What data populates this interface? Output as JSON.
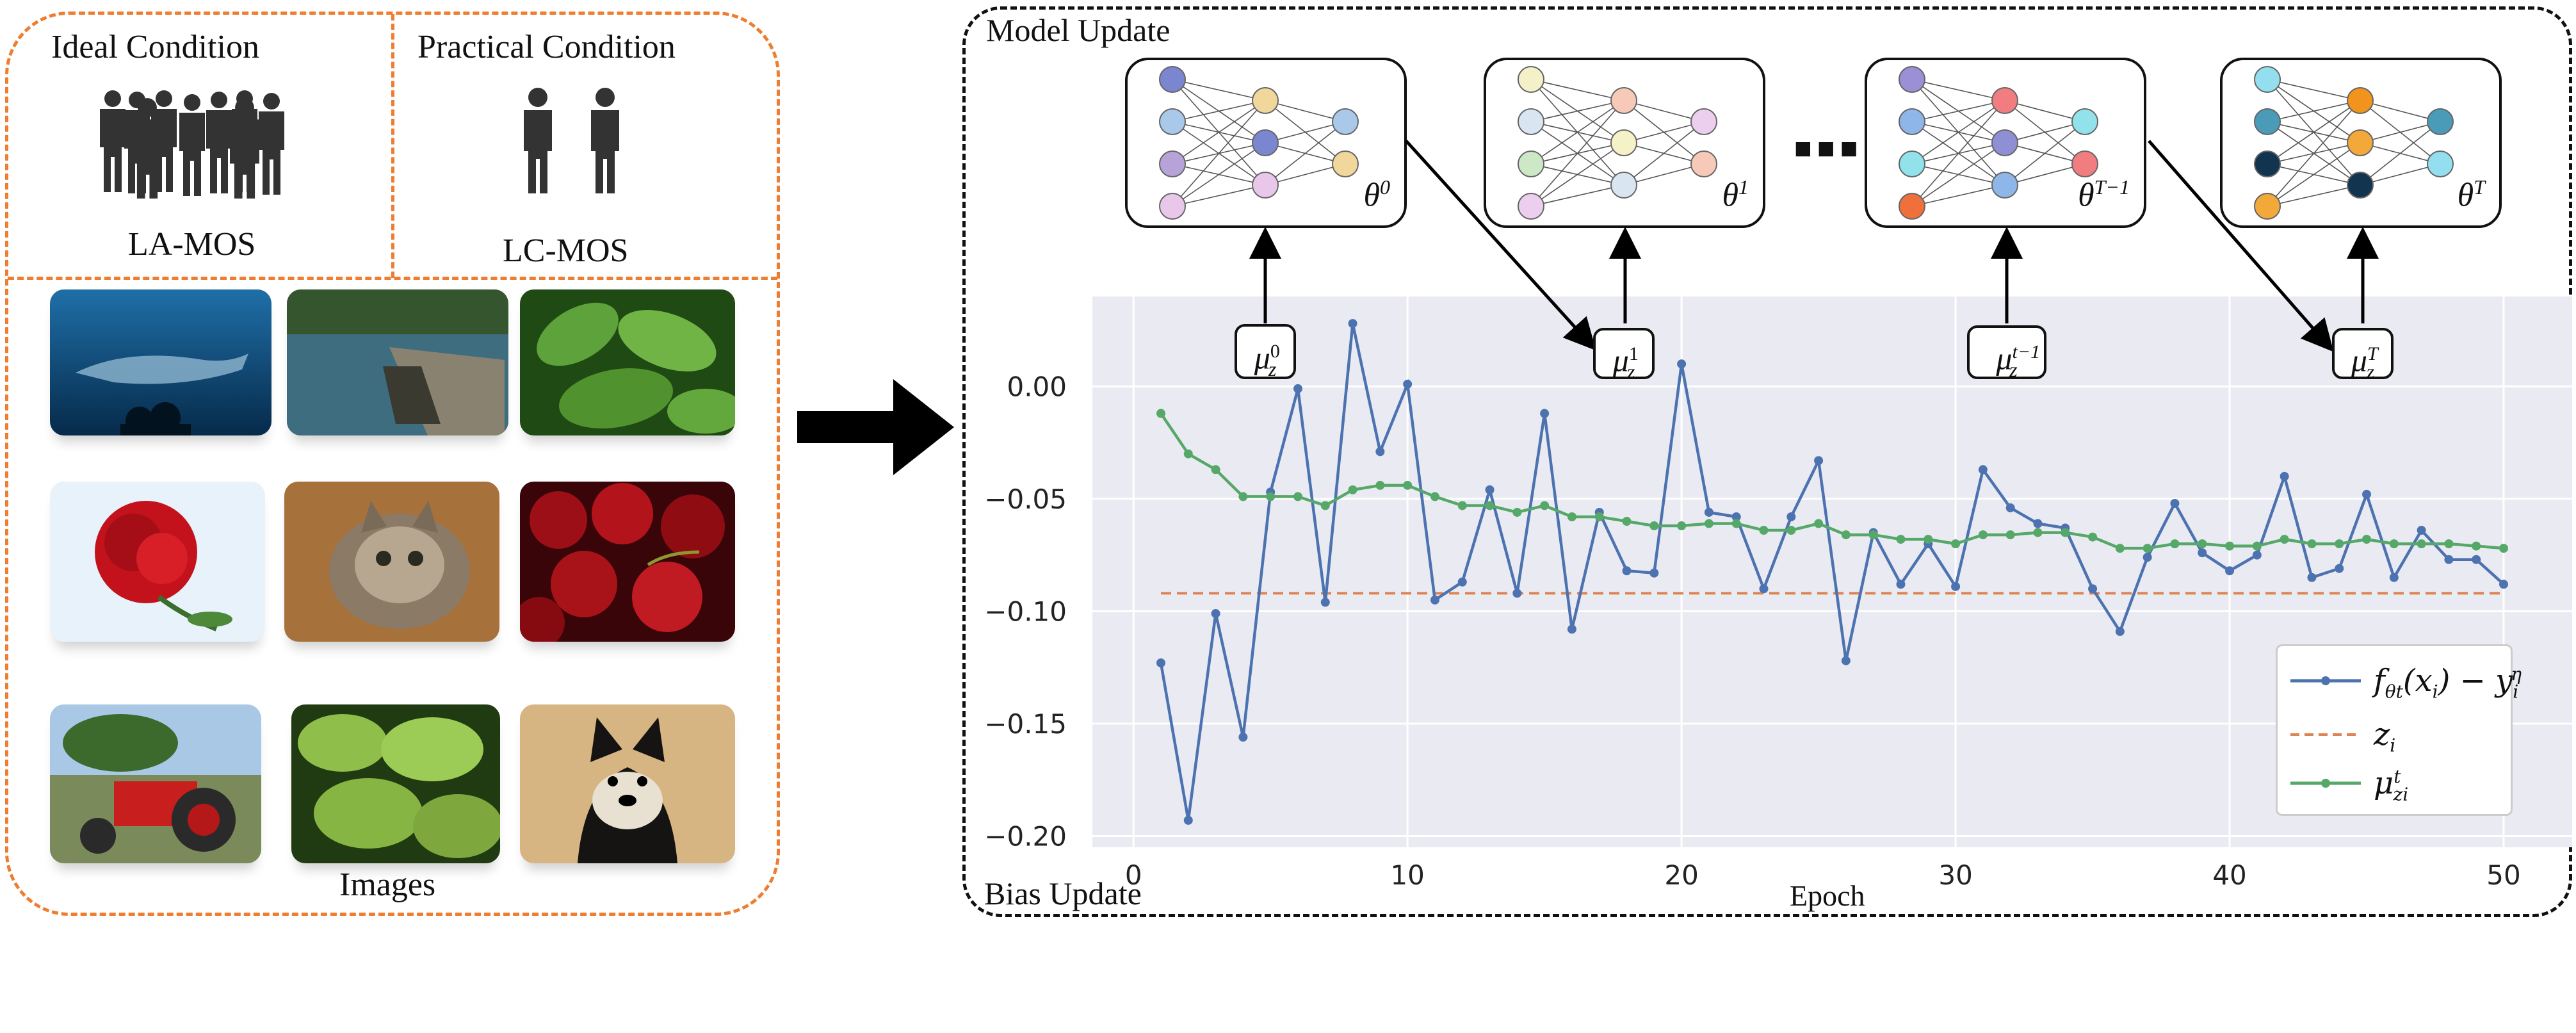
{
  "left_panel": {
    "ideal_title": "Ideal Condition",
    "practical_title": "Practical Condition",
    "la_mos": "LA-MOS",
    "lc_mos": "LC-MOS",
    "images_label": "Images"
  },
  "right_panel": {
    "model_update": "Model Update",
    "bias_update": "Bias Update",
    "ellipsis": "▪▪▪",
    "networks": [
      {
        "theta": "θ",
        "sup": "0"
      },
      {
        "theta": "θ",
        "sup": "1"
      },
      {
        "theta": "θ",
        "sup": "T−1"
      },
      {
        "theta": "θ",
        "sup": "T"
      }
    ],
    "mu_boxes": [
      {
        "base": "μ",
        "sub": "z",
        "sup": "0"
      },
      {
        "base": "μ",
        "sub": "z",
        "sup": "1"
      },
      {
        "base": "μ",
        "sub": "z",
        "sup": "t−1"
      },
      {
        "base": "μ",
        "sub": "z",
        "sup": "T"
      }
    ]
  },
  "colors": {
    "orange_dash": "#ee7d2f",
    "series_blue": "#4c72b0",
    "series_green": "#55a868",
    "dashed_orange": "#dd8452",
    "plot_bg": "#eaeaf2"
  },
  "chart_data": {
    "type": "line",
    "xlabel": "Epoch",
    "ylabel": "",
    "xlim": [
      -1.5,
      52.5
    ],
    "ylim": [
      -0.205,
      0.04
    ],
    "xticks": [
      0,
      10,
      20,
      30,
      40,
      50
    ],
    "yticks": [
      0.0,
      -0.05,
      -0.1,
      -0.15,
      -0.2
    ],
    "ytick_labels": [
      "0.00",
      "−0.05",
      "−0.10",
      "−0.15",
      "−0.20"
    ],
    "grid": true,
    "legend_position": "lower-right",
    "x": [
      1,
      2,
      3,
      4,
      5,
      6,
      7,
      8,
      9,
      10,
      11,
      12,
      13,
      14,
      15,
      16,
      17,
      18,
      19,
      20,
      21,
      22,
      23,
      24,
      25,
      26,
      27,
      28,
      29,
      30,
      31,
      32,
      33,
      34,
      35,
      36,
      37,
      38,
      39,
      40,
      41,
      42,
      43,
      44,
      45,
      46,
      47,
      48,
      49,
      50
    ],
    "series": [
      {
        "name": "fθt(xi) − yiη",
        "legend_base": "f",
        "legend_sub": "θt",
        "legend_mid": "(x",
        "legend_mid_sub": "i",
        "legend_tail": ") − y",
        "legend_tail_sub": "i",
        "legend_tail_sup": "η",
        "color": "#4c72b0",
        "values": [
          -0.123,
          -0.193,
          -0.101,
          -0.156,
          -0.047,
          -0.001,
          -0.096,
          0.028,
          -0.029,
          0.001,
          -0.095,
          -0.087,
          -0.046,
          -0.092,
          -0.012,
          -0.108,
          -0.056,
          -0.082,
          -0.083,
          0.01,
          -0.056,
          -0.058,
          -0.09,
          -0.058,
          -0.033,
          -0.122,
          -0.065,
          -0.088,
          -0.07,
          -0.089,
          -0.037,
          -0.054,
          -0.061,
          -0.063,
          -0.09,
          -0.109,
          -0.076,
          -0.052,
          -0.074,
          -0.082,
          -0.075,
          -0.04,
          -0.085,
          -0.081,
          -0.048,
          -0.085,
          -0.064,
          -0.077,
          -0.077,
          -0.088
        ]
      },
      {
        "name": "zi",
        "legend_base": "z",
        "legend_sub": "i",
        "color": "#dd8452",
        "style": "dashed",
        "values": [
          -0.092,
          -0.092,
          -0.092,
          -0.092,
          -0.092,
          -0.092,
          -0.092,
          -0.092,
          -0.092,
          -0.092,
          -0.092,
          -0.092,
          -0.092,
          -0.092,
          -0.092,
          -0.092,
          -0.092,
          -0.092,
          -0.092,
          -0.092,
          -0.092,
          -0.092,
          -0.092,
          -0.092,
          -0.092,
          -0.092,
          -0.092,
          -0.092,
          -0.092,
          -0.092,
          -0.092,
          -0.092,
          -0.092,
          -0.092,
          -0.092,
          -0.092,
          -0.092,
          -0.092,
          -0.092,
          -0.092,
          -0.092,
          -0.092,
          -0.092,
          -0.092,
          -0.092,
          -0.092,
          -0.092,
          -0.092,
          -0.092,
          -0.092
        ]
      },
      {
        "name": "μzit",
        "legend_base": "μ",
        "legend_sub": "zi",
        "legend_sup": "t",
        "color": "#55a868",
        "values": [
          -0.012,
          -0.03,
          -0.037,
          -0.049,
          -0.049,
          -0.049,
          -0.053,
          -0.046,
          -0.044,
          -0.044,
          -0.049,
          -0.053,
          -0.053,
          -0.056,
          -0.053,
          -0.058,
          -0.058,
          -0.06,
          -0.062,
          -0.062,
          -0.061,
          -0.061,
          -0.064,
          -0.064,
          -0.061,
          -0.066,
          -0.066,
          -0.068,
          -0.068,
          -0.07,
          -0.066,
          -0.066,
          -0.065,
          -0.065,
          -0.067,
          -0.072,
          -0.072,
          -0.07,
          -0.07,
          -0.071,
          -0.071,
          -0.068,
          -0.07,
          -0.07,
          -0.068,
          -0.07,
          -0.07,
          -0.07,
          -0.071,
          -0.072
        ]
      }
    ]
  }
}
